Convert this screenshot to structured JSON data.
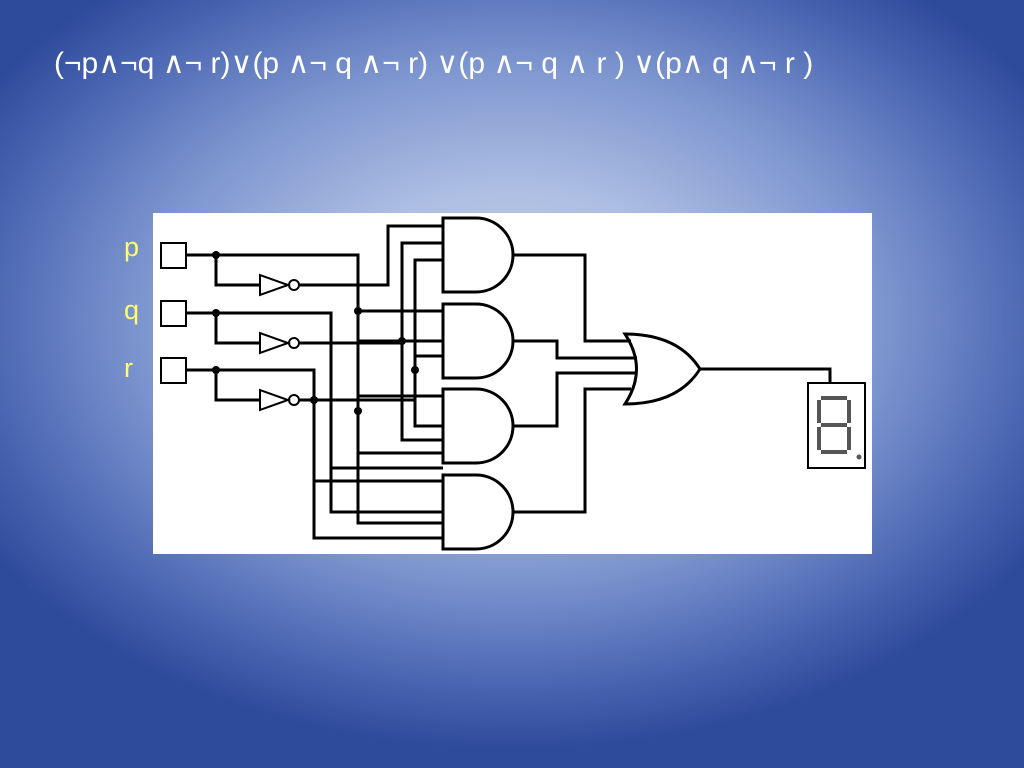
{
  "title": "(¬p∧¬q ∧¬ r)∨(p ∧¬ q ∧¬ r) ∨(p ∧¬ q ∧ r ) ∨(p∧ q ∧¬ r )",
  "inputs": {
    "p": "p",
    "q": "q",
    "r": "r"
  },
  "colors": {
    "label": "#ffff66",
    "wire": "#000000",
    "panel": "#ffffff",
    "display_segment": "#555555"
  },
  "components": {
    "input_switches": 3,
    "not_gates": 3,
    "and_gates": 4,
    "or_gates": 1,
    "output": "seven-segment-display"
  }
}
